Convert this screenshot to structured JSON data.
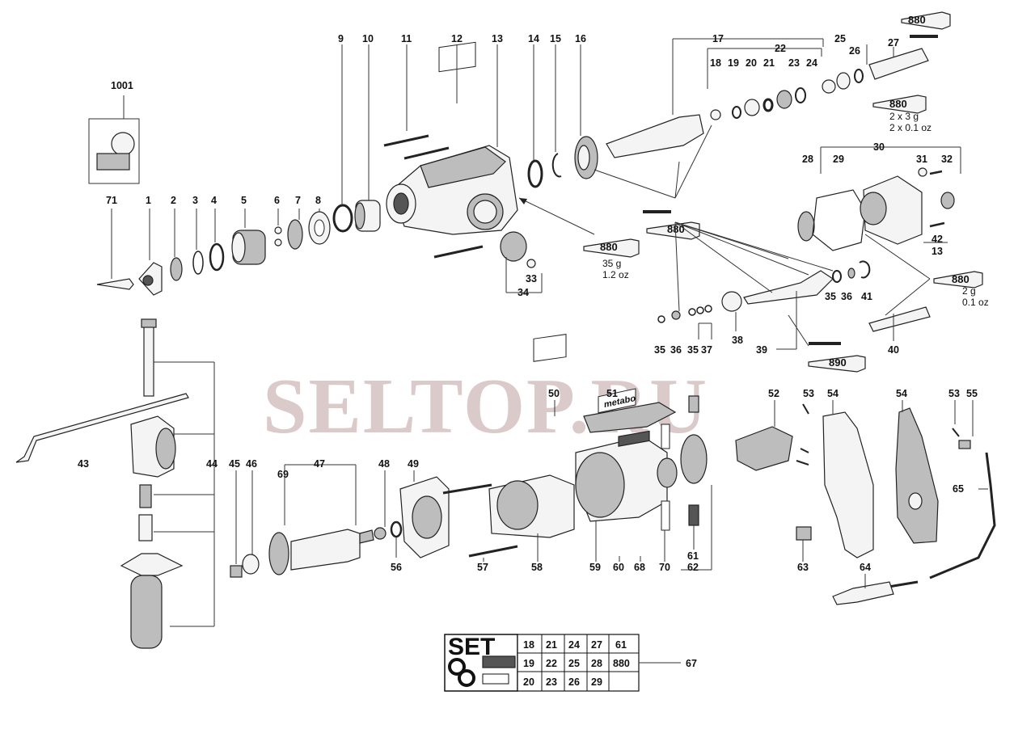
{
  "watermark": "SELTOP.RU",
  "part_numbers": [
    "1001",
    "71",
    "1",
    "2",
    "3",
    "4",
    "5",
    "6",
    "7",
    "8",
    "9",
    "10",
    "11",
    "12",
    "13",
    "14",
    "15",
    "16",
    "17",
    "18",
    "19",
    "20",
    "21",
    "22",
    "23",
    "24",
    "25",
    "26",
    "27",
    "28",
    "29",
    "30",
    "31",
    "32",
    "42",
    "13",
    "33",
    "34",
    "35",
    "36",
    "41",
    "35",
    "36",
    "35",
    "37",
    "38",
    "39",
    "40",
    "43",
    "44",
    "45",
    "46",
    "47",
    "69",
    "48",
    "49",
    "56",
    "50",
    "51",
    "52",
    "53",
    "54",
    "54",
    "53",
    "55",
    "65",
    "57",
    "58",
    "59",
    "60",
    "68",
    "70",
    "61",
    "62",
    "63",
    "64",
    "67"
  ],
  "lubricants": [
    {
      "code": "880",
      "qty": ""
    },
    {
      "code": "880",
      "qty_lines": [
        "2 x 3  g",
        "2 x 0.1 oz"
      ]
    },
    {
      "code": "880",
      "qty_lines": [
        "35 g",
        "1.2 oz"
      ]
    },
    {
      "code": "880",
      "qty": ""
    },
    {
      "code": "880",
      "qty_lines": [
        "2  g",
        "0.1 oz"
      ]
    },
    {
      "code": "890",
      "qty": ""
    }
  ],
  "brand_label": "metabo",
  "set_table": {
    "title": "SET",
    "rows": [
      [
        "18",
        "21",
        "24",
        "27",
        "61"
      ],
      [
        "19",
        "22",
        "25",
        "28",
        "880"
      ],
      [
        "20",
        "23",
        "26",
        "29",
        ""
      ]
    ],
    "callout": "67"
  },
  "colors": {
    "line": "#222222",
    "watermark": "#b08a8a"
  }
}
